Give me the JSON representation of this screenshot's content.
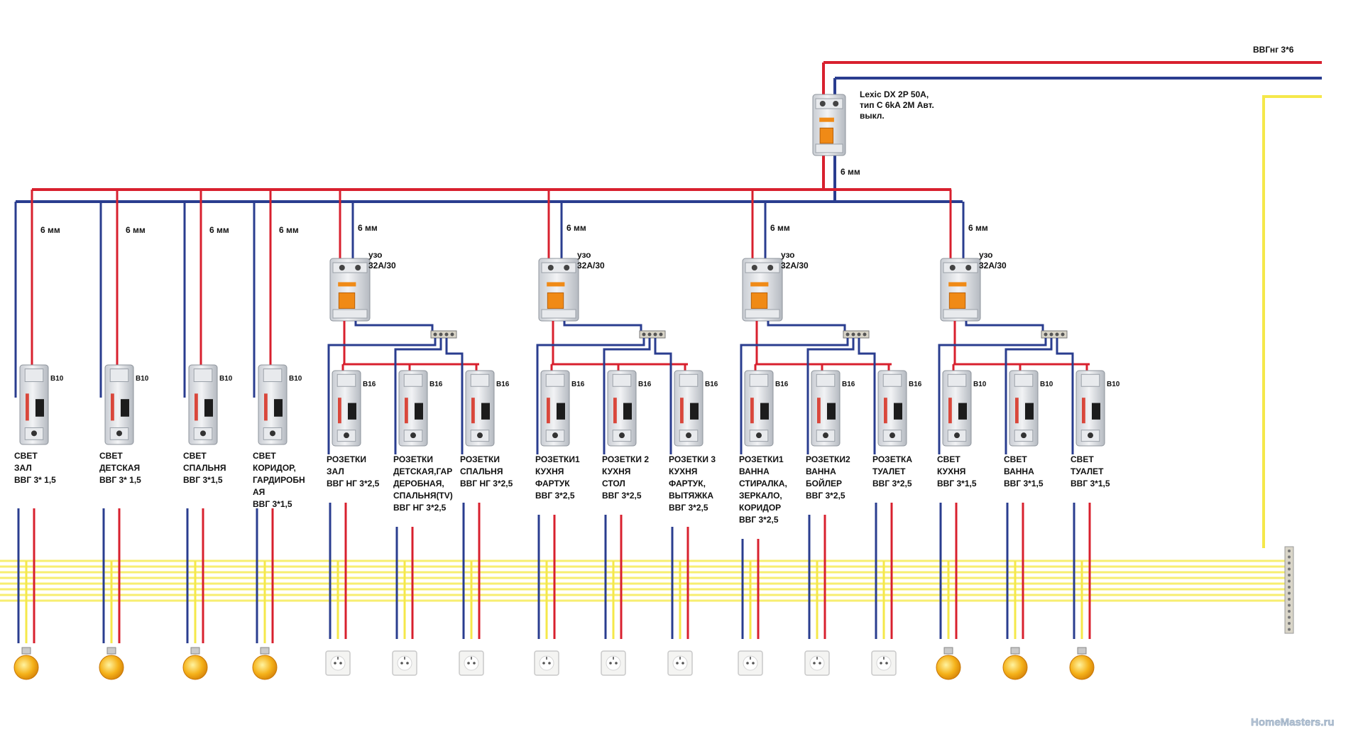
{
  "feed_cable": "ВВГнг 3*6",
  "main_breaker": {
    "lines": [
      "Lexic DX 2P 50A,",
      "тип C 6kA 2M Авт.",
      "выкл."
    ],
    "wire_label": "6 мм"
  },
  "watermark": "HomeMasters.ru",
  "colors": {
    "phase": "#d8202e",
    "neutral": "#2a3d8f",
    "earth": "#f5e84a",
    "bus": "#f7ee70",
    "bulb": "#f5a30f"
  },
  "direct_groups": [
    {
      "wire_label": "6 мм",
      "breaker_rating": "B10",
      "lines": [
        "СВЕТ",
        "ЗАЛ",
        "ВВГ 3* 1,5"
      ],
      "load": "bulb-icon"
    },
    {
      "wire_label": "6 мм",
      "breaker_rating": "B10",
      "lines": [
        "СВЕТ",
        "ДЕТСКАЯ",
        "ВВГ 3* 1,5"
      ],
      "load": "bulb-icon"
    },
    {
      "wire_label": "6 мм",
      "breaker_rating": "B10",
      "lines": [
        "СВЕТ",
        "СПАЛЬНЯ",
        "ВВГ 3*1,5"
      ],
      "load": "bulb-icon"
    },
    {
      "wire_label": "6 мм",
      "breaker_rating": "B10",
      "lines": [
        "СВЕТ",
        "КОРИДОР,",
        "ГАРДИРОБН",
        "АЯ",
        "ВВГ 3*1,5"
      ],
      "load": "bulb-icon"
    }
  ],
  "rcd_groups": [
    {
      "wire_label": "6 мм",
      "rcd_lines": [
        "узо",
        "32А/30"
      ],
      "circuits": [
        {
          "breaker_rating": "B16",
          "lines": [
            "РОЗЕТКИ",
            "ЗАЛ",
            "ВВГ НГ 3*2,5"
          ],
          "load": "socket-icon"
        },
        {
          "breaker_rating": "B16",
          "lines": [
            "РОЗЕТКИ",
            "ДЕТСКАЯ,ГАР",
            "ДЕРОБНАЯ,",
            "СПАЛЬНЯ(TV)",
            "ВВГ НГ 3*2,5"
          ],
          "load": "socket-icon"
        },
        {
          "breaker_rating": "B16",
          "lines": [
            "РОЗЕТКИ",
            "СПАЛЬНЯ",
            "ВВГ НГ 3*2,5"
          ],
          "load": "socket-icon"
        }
      ]
    },
    {
      "wire_label": "6 мм",
      "rcd_lines": [
        "узо",
        "32А/30"
      ],
      "circuits": [
        {
          "breaker_rating": "B16",
          "lines": [
            "РОЗЕТКИ1",
            "КУХНЯ",
            "ФАРТУК",
            "ВВГ 3*2,5"
          ],
          "load": "socket-icon"
        },
        {
          "breaker_rating": "B16",
          "lines": [
            "РОЗЕТКИ 2",
            "КУХНЯ",
            "СТОЛ",
            "ВВГ 3*2,5"
          ],
          "load": "socket-icon"
        },
        {
          "breaker_rating": "B16",
          "lines": [
            "РОЗЕТКИ 3",
            "КУХНЯ",
            "ФАРТУК,",
            "ВЫТЯЖКА",
            "ВВГ 3*2,5"
          ],
          "load": "socket-icon"
        }
      ]
    },
    {
      "wire_label": "6 мм",
      "rcd_lines": [
        "узо",
        "32А/30"
      ],
      "circuits": [
        {
          "breaker_rating": "B16",
          "lines": [
            "РОЗЕТКИ1",
            "ВАННА",
            "СТИРАЛКА,",
            "ЗЕРКАЛО,",
            "КОРИДОР",
            "ВВГ 3*2,5"
          ],
          "load": "socket-icon"
        },
        {
          "breaker_rating": "B16",
          "lines": [
            "РОЗЕТКИ2",
            "ВАННА",
            "БОЙЛЕР",
            "ВВГ 3*2,5"
          ],
          "load": "socket-icon"
        },
        {
          "breaker_rating": "B16",
          "lines": [
            "РОЗЕТКА",
            "ТУАЛЕТ",
            "ВВГ 3*2,5"
          ],
          "load": "socket-icon"
        }
      ]
    },
    {
      "wire_label": "6 мм",
      "rcd_lines": [
        "узо",
        "32А/30"
      ],
      "circuits": [
        {
          "breaker_rating": "B10",
          "lines": [
            "СВЕТ",
            "КУХНЯ",
            "ВВГ 3*1,5"
          ],
          "load": "bulb-icon"
        },
        {
          "breaker_rating": "B10",
          "lines": [
            "СВЕТ",
            "ВАННА",
            "ВВГ 3*1,5"
          ],
          "load": "bulb-icon"
        },
        {
          "breaker_rating": "B10",
          "lines": [
            "СВЕТ",
            "ТУАЛЕТ",
            "ВВГ 3*1,5"
          ],
          "load": "bulb-icon"
        }
      ]
    }
  ]
}
